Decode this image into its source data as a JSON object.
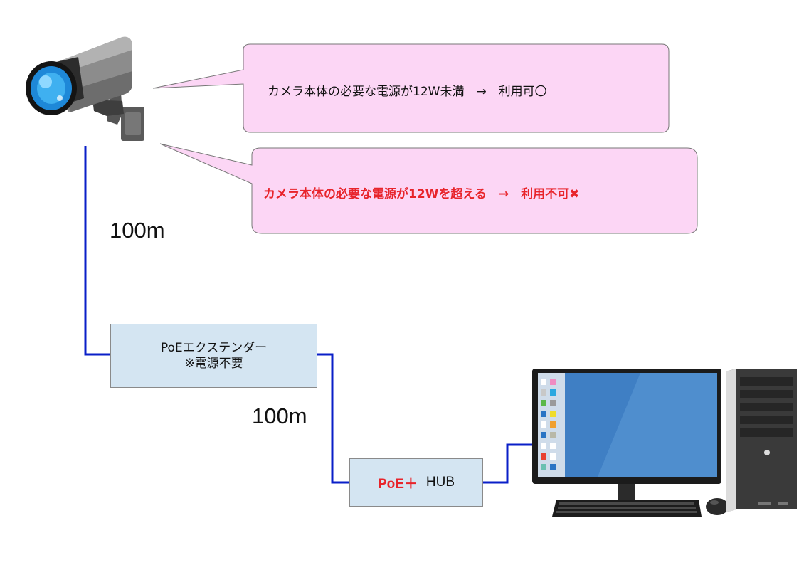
{
  "bubbles": {
    "ok_text": "カメラ本体の必要な電源が12W未満　→　利用可〇",
    "ng_text": "カメラ本体の必要な電源が12Wを超える　→　利用不可✖",
    "fill": "#fcd6f5",
    "ok_color": "#111111",
    "ng_color": "#e8242b"
  },
  "distances": {
    "upper": "100m",
    "lower": "100m"
  },
  "extender": {
    "line1": "PoEエクステンダー",
    "line2": "※電源不要"
  },
  "hub": {
    "poe_label": "PoE＋",
    "hub_label": "HUB",
    "poe_color": "#e8242b"
  },
  "colors": {
    "cable": "#0a1fc8",
    "box_fill": "#d4e5f2"
  },
  "icons": [
    "security-camera-icon",
    "desktop-computer-icon"
  ]
}
